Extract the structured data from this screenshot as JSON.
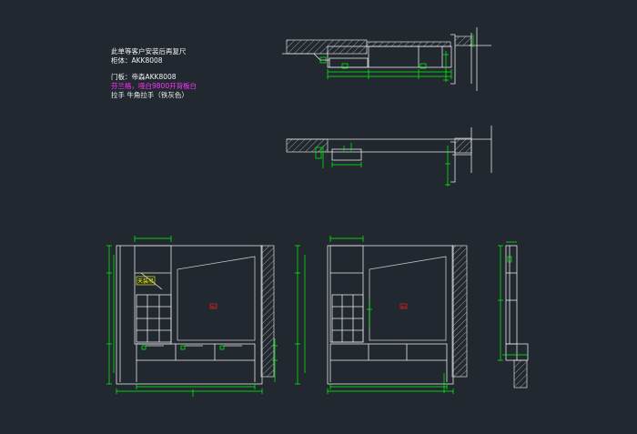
{
  "notes": {
    "line1": "此单等客户安装后再复尺",
    "line2": "柜体：AKK8008",
    "line3": "门板：帝森AKK8008",
    "line4": "芬兰格，哑白9800开背板白",
    "line5": "拉手 牛角拉手（铁灰色）"
  },
  "labels": {
    "cabinet_tag": "天装吊",
    "marker_left": "RH",
    "marker_mid": "RH"
  },
  "colors": {
    "background": "#212830",
    "line": "#e8e8e8",
    "dimension": "#00ff00",
    "hatch": "#9a9a9a",
    "accent": "#ff33ff",
    "tag": "#ffff00",
    "marker": "#ff2020"
  }
}
